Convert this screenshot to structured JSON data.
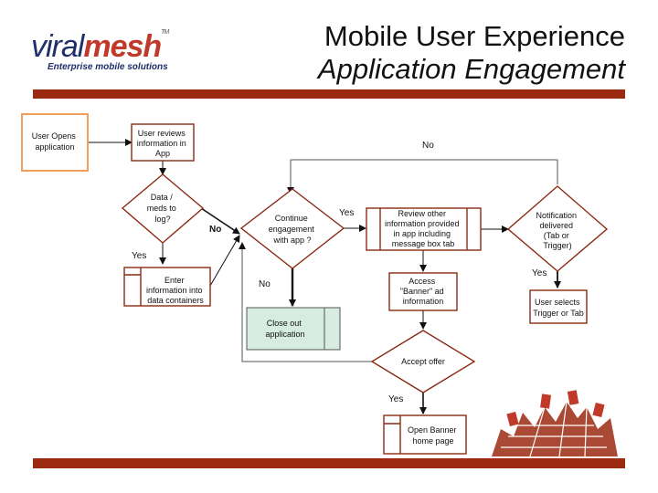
{
  "header": {
    "brand_viral": "viral",
    "brand_mesh": "mesh",
    "brand_tm": "TM",
    "brand_tagline": "Enterprise mobile solutions",
    "title_line1": "Mobile User Experience",
    "title_line2": "Application Engagement"
  },
  "nodes": {
    "user_opens": [
      "User Opens",
      "application"
    ],
    "user_reviews": [
      "User reviews",
      "information in",
      "App"
    ],
    "data_meds": [
      "Data /",
      "meds to",
      "log?"
    ],
    "enter_info": [
      "Enter",
      "information into",
      "data containers"
    ],
    "continue": [
      "Continue",
      "engagement",
      "with  app ?"
    ],
    "close_out": [
      "Close out",
      "application"
    ],
    "review_other": [
      "Review other",
      "information provided",
      "in app including",
      "message box tab"
    ],
    "notification": [
      "Notification",
      "delivered",
      "(Tab or",
      "Trigger)"
    ],
    "user_selects": [
      "User  selects",
      "Trigger or Tab"
    ],
    "access_banner": [
      "Access",
      "\"Banner\" ad",
      "information"
    ],
    "accept_offer": [
      "Accept offer"
    ],
    "open_banner": [
      "Open Banner",
      "home page"
    ]
  },
  "edges": {
    "no_top": "No",
    "no_data": "No",
    "yes_data": "Yes",
    "yes_continue": "Yes",
    "no_continue": "No",
    "yes_notification": "Yes",
    "yes_accept": "Yes"
  },
  "colors": {
    "brand_red": "#9b2a10",
    "node_border": "#8b2a12",
    "start_border": "#f0a05a",
    "close_fill": "#d6ece0"
  }
}
